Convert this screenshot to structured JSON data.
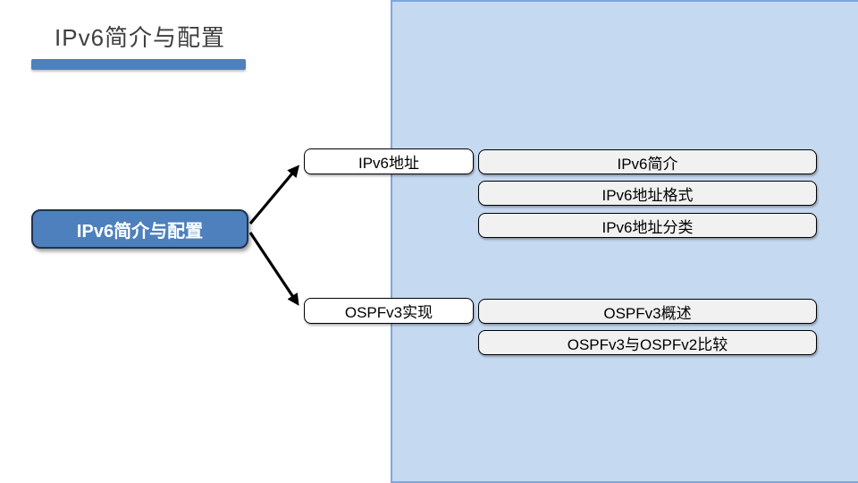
{
  "slide": {
    "title": "IPv6简介与配置"
  },
  "diagram": {
    "root": {
      "label": "IPv6简介与配置"
    },
    "branches": [
      {
        "label": "IPv6地址",
        "children": [
          "IPv6简介",
          "IPv6地址格式",
          "IPv6地址分类"
        ]
      },
      {
        "label": "OSPFv3实现",
        "children": [
          "OSPFv3概述",
          "OSPFv3与OSPFv2比较"
        ]
      }
    ]
  },
  "colors": {
    "accent": "#4E81BD",
    "title_color": "#3F3F3F",
    "panel_fill": "#C5D9F1",
    "panel_border": "#7FA7DD",
    "root_fill": "#4D80BD",
    "root_border": "#1E3350",
    "leaf_fill": "#F1F1F1",
    "arrow_color": "#000000"
  }
}
